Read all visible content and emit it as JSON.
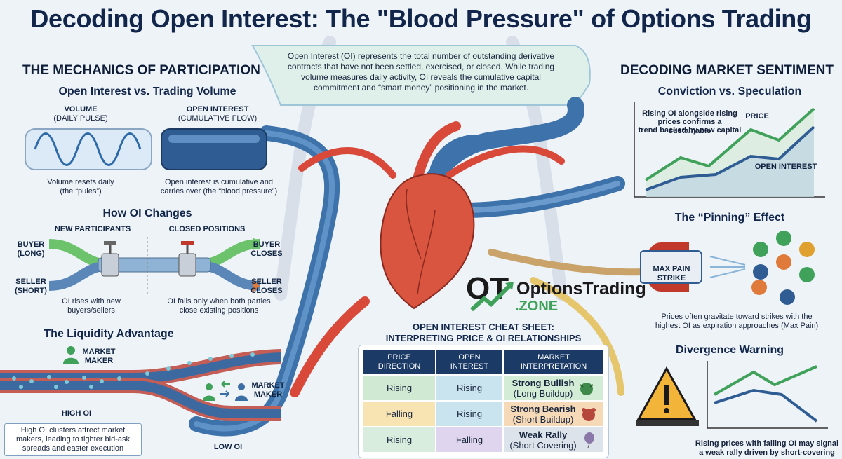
{
  "title": "Decoding Open Interest: The \"Blood Pressure\" of Options Trading",
  "intro": "Open Interest (OI) represents the total number of outstanding derivative contracts that have not been settled, exercised, or closed. While trading volume measures daily activity, OI reveals the cumulative capital commitment and “smart money” positioning in the market.",
  "left": {
    "header": "THE MECHANICS OF PARTICIPATION",
    "oi_vs_volume": {
      "title": "Open Interest vs. Trading Volume",
      "volume_label": "VOLUME",
      "volume_sub": "(DAILY PULSE)",
      "oi_label": "OPEN INTEREST",
      "oi_sub": "(CUMULATIVE FLOW)",
      "volume_caption_1": "Volume resets daily",
      "volume_caption_2": "(the “pules”)",
      "oi_caption_1": "Open interest is cumulative and",
      "oi_caption_2": "carries over (the “blood pressure”)"
    },
    "oi_changes": {
      "title": "How OI Changes",
      "new_participants": "NEW PARTICIPANTS",
      "closed_positions": "CLOSED POSITIONS",
      "buyer_1": "BUYER",
      "buyer_2": "(LONG)",
      "seller_1": "SELLER",
      "seller_2": "(SHORT)",
      "buyer_closes_1": "BUYER",
      "buyer_closes_2": "CLOSES",
      "seller_closes_1": "SELLER",
      "seller_closes_2": "CLOSES",
      "rises_1": "OI rises with new",
      "rises_2": "buyers/sellers",
      "falls_1": "OI falls only when both parties",
      "falls_2": "close existing positions"
    },
    "liquidity": {
      "title": "The Liquidity Advantage",
      "mm1_1": "MARKET",
      "mm1_2": "MAKER",
      "mm2_1": "MARKET",
      "mm2_2": "MAKER",
      "high_oi": "HIGH OI",
      "low_oi": "LOW OI",
      "callout": "High OI clusters attrect market makers, leading to tighter bid-ask spreads and easter execution"
    }
  },
  "right": {
    "header": "DECODING MARKET SENTIMENT",
    "conviction": {
      "title": "Conviction vs. Speculation",
      "note_1": "Rising OI alongside rising",
      "note_2": "prices confirms a sustainable",
      "note_3": "trend backed by new capital",
      "price_label": "PRICE",
      "oi_label": "OPEN INTEREST"
    },
    "pinning": {
      "title": "The “Pinning” Effect",
      "magnet_1": "MAX PAIN",
      "magnet_2": "STRIKE",
      "caption_1": "Prices often gravitate toward strikes with the",
      "caption_2": "highest OI as expiration approaches (Max Pain)"
    },
    "divergence": {
      "title": "Divergence Warning",
      "caption_1": "Rising prices with failing OI may signal",
      "caption_2": "a weak rally driven by short-covering"
    }
  },
  "logo": {
    "mark": "OT",
    "name": "OptionsTrading",
    "suffix": ".ZONE"
  },
  "cheat_sheet": {
    "title_1": "OPEN INTEREST CHEAT SHEET:",
    "title_2": "INTERPRETING PRICE & OI RELATIONSHIPS",
    "headers": [
      [
        "PRICE",
        "DIRECTION"
      ],
      [
        "OPEN",
        "INTEREST"
      ],
      [
        "MARKET",
        "INTERPRETATION"
      ]
    ],
    "rows": [
      {
        "price": "Rising",
        "oi": "Rising",
        "main": "Strong Bullish",
        "sub": "(Long Buildup)",
        "icon": "bull-icon"
      },
      {
        "price": "Falling",
        "oi": "Rising",
        "main": "Strong Bearish",
        "sub": "(Short Buildup)",
        "icon": "bear-icon"
      },
      {
        "price": "Rising",
        "oi": "Falling",
        "main": "Weak Rally",
        "sub": "(Short Covering)",
        "icon": "balloon-icon"
      }
    ]
  },
  "colors": {
    "navy": "#11264a",
    "artery": "#d9493a",
    "vein": "#3b6fa8",
    "bull_green": "#3fa15a"
  }
}
